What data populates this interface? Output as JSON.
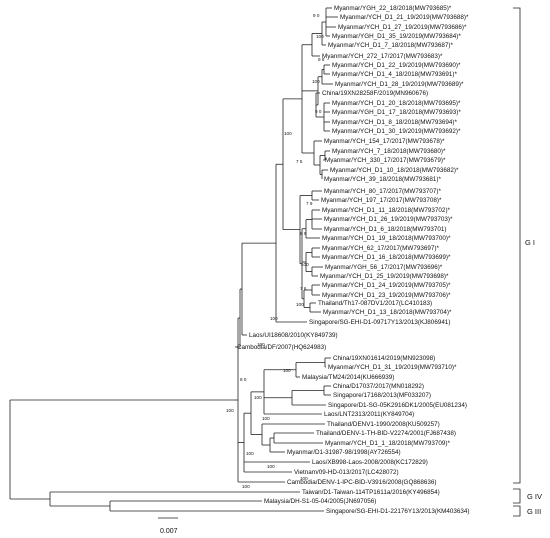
{
  "tree": {
    "leaves": [
      "Myanmar/YGH_22_18/2018(MW793685)*",
      "Myanmar/YCH_D1_21_19/2019(MW793688)*",
      "Myanmar/YCH_D1_27_19/2019(MW793686)*",
      "Myanmar/YGH_D1_35_19/2019(MW793684)*",
      "Myanmar/YCH_D1_7_18/2018(MW793687)*",
      "Myanmar/YCH_272_17/2017(MW793683)*",
      "Myanmar/YCH_D1_22_19/2019(MW793690)*",
      "Myanmar/YCH_D1_4_18/2018(MW793691)*",
      "Myanmar/YCH_D1_28_19/2019(MW793689)*",
      "China/19XN28258F/2019(MN960676)",
      "Myanmar/YCH_D1_20_18/2018(MW793695)*",
      "Myanmar/YGH_D1_17_18/2018(MW793693)*",
      "Myanmar/YCH_D1_8_18/2018(MW793694)*",
      "Myanmar/YCH_D1_30_19/2019(MW793692)*",
      "Myanmar/YCH_154_17/2017(MW793678)*",
      "Myanmar/YCH_7_18/2018(MW793680)*",
      "Myanmar/YCH_330_17/2017(MW793679)*",
      "Myanmar/YCH_D1_10_18/2018(MW793682)*",
      "Myanmar/YCH_39_18/2018(MW793681)*",
      "Myanmar/YCH_80_17/2017(MW793707)*",
      "Myanmar/YCH_197_17/2017(MW793708)*",
      "Myanmar/YCH_D1_11_18/2018(MW793702)*",
      "Myanmar/YCH_D1_26_19/2019(MW793703)*",
      "Myanmar/YCH_D1_6_18/2018(MW793701)",
      "Myanmar/YCH_D1_19_18/2018(MW793700)*",
      "Myanmar/YCH_62_17/2017(MW793697)*",
      "Myanmar/YCH_D1_16_18/2018(MW793699)*",
      "Myanmar/YGH_56_17/2017(MW793696)*",
      "Myanmar/YCH_D1_25_19/2019(MW793698)*",
      "Myanmar/YCH_D1_24_19/2019(MW793705)*",
      "Myanmar/YCH_D1_23_19/2019(MW793706)*",
      "Thailand/Th17-087DV1/2017(LC410183)",
      "Myanmar/YCH_D1_13_18/2018(MW793704)*",
      "Singapore/SG-EHI-D1-09717Y13/2013(KJ806941)",
      "Laos/UI18608/2010(KY849739)",
      "Cambodia/DF/2007(HQ624983)",
      "China/19XN01614/2019(MN923098)",
      "Myanmar/YCH_D1_31_19/2019(MW793710)*",
      "Malaysia/TM24/2014(KU666939)",
      "China/D17037/2017(MN018292)",
      "Singapore/17168/2013(MF033207)",
      "Singapore/D1-SG-05K2916DK1/2005(EU081234)",
      "Laos/LNT2313/2011(KY849704)",
      "Thailand/DENV1-1990/2008(KU509257)",
      "Thailand/DENV-1-TH-BID-V2274/2001(FJ687438)",
      "Myanmar/YCH_D1_1_18/2018(MW793709)*",
      "Myanmar/D1-31987-98/1998(AY726554)",
      "Laos/XB998-Laos-2008/2008(KC172829)",
      "Vietnam/09-HD-013/2017(LC428072)",
      "Cambodia/DENV-1-IPC-BID-V3916/2008(GQ868636)",
      "Taiwan/D1-Taiwan-114TP1611a/2016(KY496854)",
      "Malaysia/DH-S1-05-04/2005(JN697056)",
      "Singapore/SG-EHI-D1-22176Y13/2013(KM403634)"
    ],
    "bootstrap": [
      "9 0",
      "100",
      "9 8",
      "100",
      "9 0",
      "100",
      "7 5",
      "9 9",
      "100",
      "100",
      "100",
      "100",
      "100",
      "100",
      "7 6",
      "8 0",
      "100",
      "100",
      "100",
      "100",
      "100",
      "100",
      "7 9"
    ],
    "genotypes": [
      "G I",
      "G IV",
      "G III"
    ],
    "scale_bar": "0.007"
  }
}
